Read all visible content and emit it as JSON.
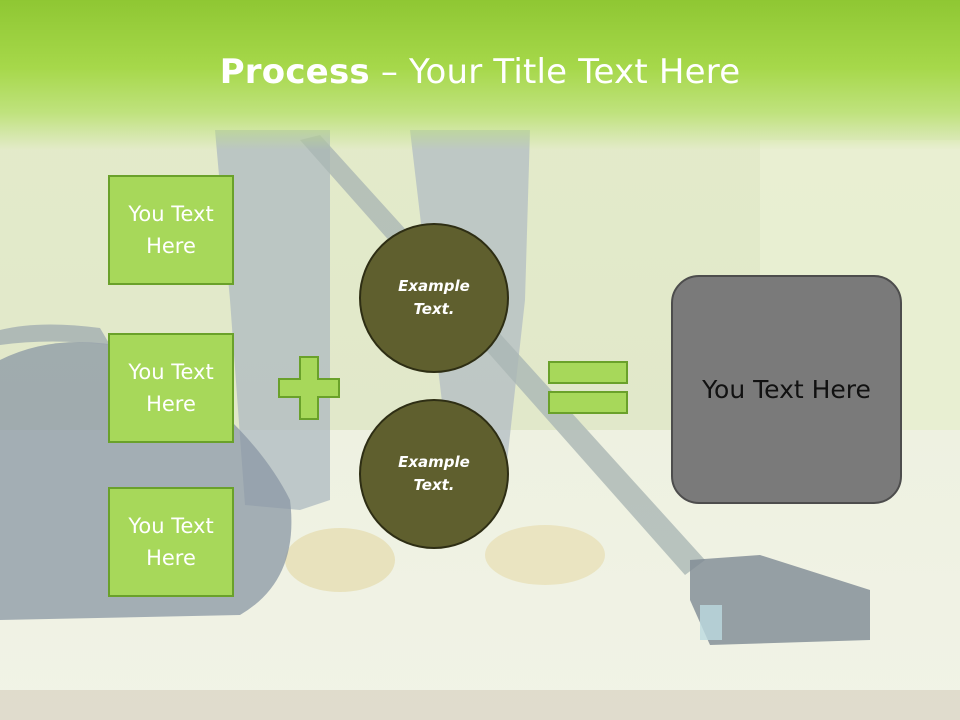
{
  "title": {
    "bold": "Process",
    "rest": " – Your Title Text Here"
  },
  "left_boxes": [
    {
      "label": "You Text Here"
    },
    {
      "label": "You Text Here"
    },
    {
      "label": "You Text Here"
    }
  ],
  "circles": [
    {
      "label": "Example Text."
    },
    {
      "label": "Example Text."
    }
  ],
  "result_box": {
    "label": "You Text Here"
  },
  "operators": {
    "plus": "plus-icon",
    "equals": "equals-icon"
  },
  "colors": {
    "accent_green": "#a7d85a",
    "title_band": "#8fc733",
    "circle_fill": "#5f5f2e",
    "result_fill": "#7a7a7a"
  }
}
